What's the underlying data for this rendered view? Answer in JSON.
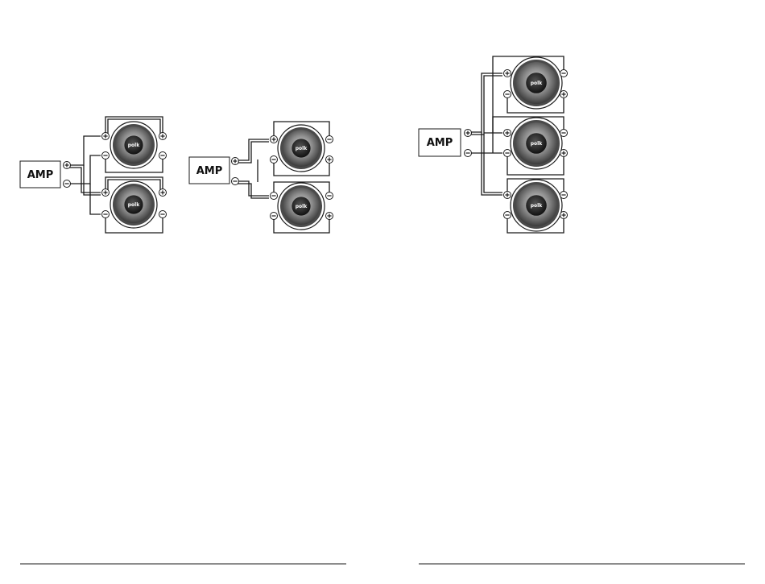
{
  "amp_label": "AMP",
  "speaker_logo": "polk",
  "diagrams": [
    {
      "id": "dvc-two-subs-a",
      "name": "wiring-diagram-1"
    },
    {
      "id": "dvc-two-subs-b",
      "name": "wiring-diagram-2"
    },
    {
      "id": "svc-three-subs",
      "name": "wiring-diagram-3"
    }
  ],
  "colors": {
    "line": "#1a1a1a",
    "background": "#ffffff"
  }
}
